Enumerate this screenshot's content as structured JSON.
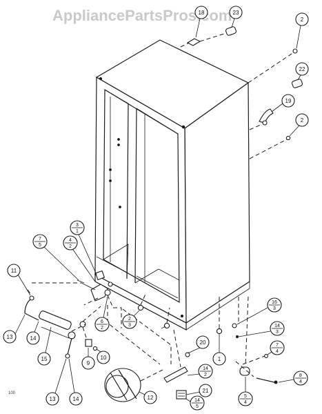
{
  "watermark": "AppliancePartsPros.com",
  "figure_code": "100",
  "callouts": {
    "c18": "18",
    "c23": "23",
    "c2a": "2",
    "c22": "22",
    "c19": "19",
    "c2b": "2",
    "c3_1_top": "3",
    "c3_1_bot": "1",
    "c4_2_top": "4",
    "c4_2_bot": "2",
    "c7_5_top": "7",
    "c7_5_bot": "5",
    "c11": "11",
    "c6_2_top": "6",
    "c6_2_bot": "2",
    "c2_3_top": "2",
    "c2_3_bot": "3",
    "c16_3_top": "16",
    "c16_3_bot": "3",
    "c14_3_top": "14",
    "c14_3_bot": "3",
    "c7_4_top": "7",
    "c7_4_bot": "4",
    "c13a": "13",
    "c14a": "14",
    "c15": "15",
    "c9": "9",
    "c10": "10",
    "c1": "1",
    "c20": "20",
    "c14_2_top": "14",
    "c14_2_bot": "2",
    "c21": "21",
    "c14_5_top": "14",
    "c14_5_bot": "5",
    "c5_4_top": "5",
    "c5_4_bot": "4",
    "c8_4_top": "8",
    "c8_4_bot": "4",
    "c12": "12",
    "c13b": "13",
    "c14b": "14"
  }
}
